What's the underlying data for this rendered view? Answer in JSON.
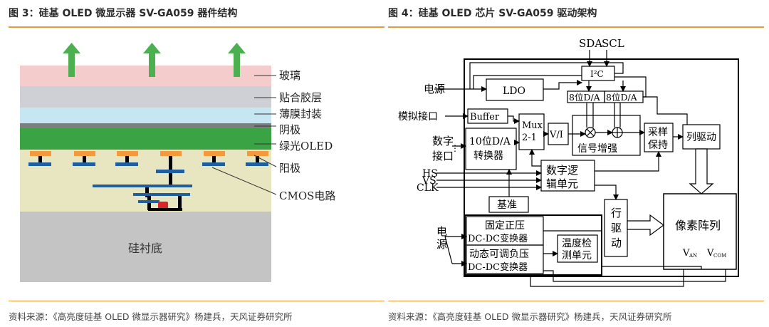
{
  "fig3": {
    "title": "图 3：硅基 OLED 微显示器 SV-GA059 器件结构",
    "source": "资料来源：《高亮度硅基 OLED 微显示器研究》杨建兵，天风证券研究所",
    "labels": {
      "glass": "玻璃",
      "adhesive": "贴合胶层",
      "thin_film": "薄膜封装",
      "cathode": "阴极",
      "green_oled": "绿光OLED",
      "anode": "阳极",
      "cmos": "CMOS电路",
      "substrate": "硅衬底"
    },
    "colors": {
      "glass": "#f4cccc",
      "adhesive": "#cfcfd6",
      "thin_film": "#c6e6f2",
      "cathode": "#7f7f7f",
      "green_oled": "#3aa444",
      "cmos": "#e8e6c0",
      "substrate": "#c4c4c4",
      "arrow": "#4caf50",
      "anode_pad": "#f39a3c",
      "metal": "#1f5f9f"
    }
  },
  "fig4": {
    "title": "图 4：硅基 OLED 芯片 SV-GA059 驱动架构",
    "source": "资料来源：《高亮度硅基 OLED 微显示器研究》杨建兵，天风证券研究所",
    "labels": {
      "sda": "SDA",
      "scl": "SCL",
      "i2c": "I²C",
      "power": "电源",
      "ldo": "LDO",
      "dac8_a": "8位D/A",
      "dac8_b": "8位D/A",
      "analog_port": "模拟接口",
      "buffer": "Buffer",
      "mux_1": "Mux",
      "mux_2": "2-1",
      "vi": "V/I",
      "multiply": "⊗",
      "add": "⊕",
      "signal_boost": "信号增强",
      "sample_1": "采样",
      "sample_2": "保持",
      "col_driver": "列驱动",
      "digital_port_1": "数字",
      "digital_port_2": "接口",
      "dac10_1": "10位D/A",
      "dac10_2": "转换器",
      "hs": "HS",
      "vs": "VS",
      "clk": "CLK",
      "logic_1": "数字逻",
      "logic_2": "辑单元",
      "reference": "基准",
      "power2_1": "电",
      "power2_2": "源",
      "pos_dcdc_1": "固定正压",
      "pos_dcdc_2": "DC-DC变换器",
      "neg_dcdc_1": "动态可调负压",
      "neg_dcdc_2": "DC-DC变换器",
      "temp_1": "温度检",
      "temp_2": "测单元",
      "row_driver_1": "行",
      "row_driver_2": "驱",
      "row_driver_3": "动",
      "pixel_array": "像素阵列",
      "van": "V",
      "van_sub": "AN",
      "vcom": "V",
      "vcom_sub": "COM"
    }
  }
}
